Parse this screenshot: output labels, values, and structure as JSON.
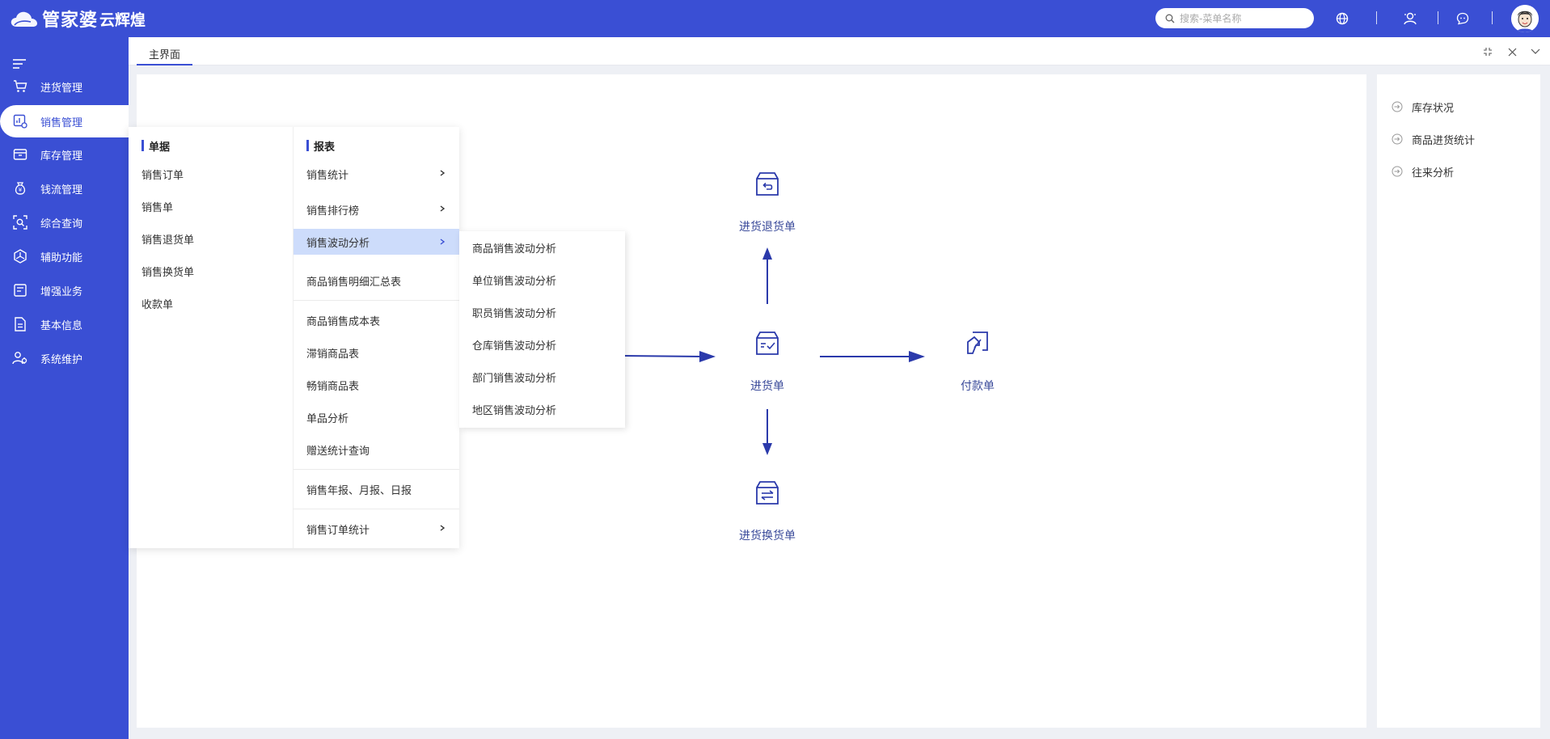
{
  "header": {
    "logo_text": "管家婆",
    "logo_sub": "云辉煌",
    "search_placeholder": "搜索-菜单名称"
  },
  "sidebar": {
    "items": [
      {
        "label": "进货管理",
        "icon": "cart-icon"
      },
      {
        "label": "销售管理",
        "icon": "sales-icon",
        "active": true
      },
      {
        "label": "库存管理",
        "icon": "box-icon"
      },
      {
        "label": "钱流管理",
        "icon": "money-bag-icon"
      },
      {
        "label": "综合查询",
        "icon": "scan-search-icon"
      },
      {
        "label": "辅助功能",
        "icon": "helper-icon"
      },
      {
        "label": "增强业务",
        "icon": "enhance-icon"
      },
      {
        "label": "基本信息",
        "icon": "document-icon"
      },
      {
        "label": "系统维护",
        "icon": "users-gear-icon"
      }
    ]
  },
  "tabs": [
    {
      "label": "主界面"
    }
  ],
  "menu": {
    "col1_title": "单据",
    "col1_items": [
      "销售订单",
      "销售单",
      "销售退货单",
      "销售换货单",
      "收款单"
    ],
    "col2_title": "报表",
    "col2_items": [
      "销售统计",
      "销售排行榜",
      "销售波动分析",
      "商品销售明细汇总表",
      "商品销售成本表",
      "滞销商品表",
      "畅销商品表",
      "单品分析",
      "赠送统计查询",
      "销售年报、月报、日报",
      "销售订单统计"
    ],
    "col3_items": [
      "商品销售波动分析",
      "单位销售波动分析",
      "职员销售波动分析",
      "仓库销售波动分析",
      "部门销售波动分析",
      "地区销售波动分析"
    ]
  },
  "flow": {
    "return_label": "进货退货单",
    "purchase_label": "进货单",
    "payment_label": "付款单",
    "exchange_label": "进货换货单"
  },
  "quick_links": [
    "库存状况",
    "商品进货统计",
    "往来分析"
  ],
  "colors": {
    "brand": "#3a4fd4",
    "highlight": "#cddcfb",
    "flow": "#2b3aab"
  }
}
